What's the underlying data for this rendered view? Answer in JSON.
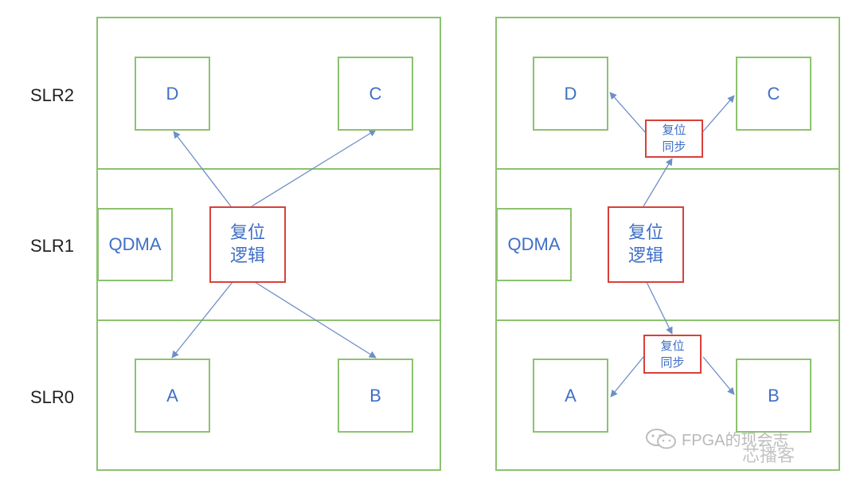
{
  "slr_labels": [
    "SLR2",
    "SLR1",
    "SLR0"
  ],
  "colors": {
    "region_border": "#8DC26F",
    "reset_border": "#D9403A",
    "text_blue": "#3F6FC6",
    "arrow": "#6C8FC7"
  },
  "left_panel": {
    "modules": {
      "d": "D",
      "c": "C",
      "a": "A",
      "b": "B",
      "qdma": "QDMA"
    },
    "reset_logic": {
      "line1": "复位",
      "line2": "逻辑"
    }
  },
  "right_panel": {
    "modules": {
      "d": "D",
      "c": "C",
      "a": "A",
      "b": "B",
      "qdma": "QDMA"
    },
    "reset_logic": {
      "line1": "复位",
      "line2": "逻辑"
    },
    "sync_top": {
      "line1": "复位",
      "line2": "同步"
    },
    "sync_bottom": {
      "line1": "复位",
      "line2": "同步"
    }
  },
  "watermark": {
    "icon": "wechat-icon",
    "line1": "FPGA的现会志",
    "line2": "芯播客"
  }
}
